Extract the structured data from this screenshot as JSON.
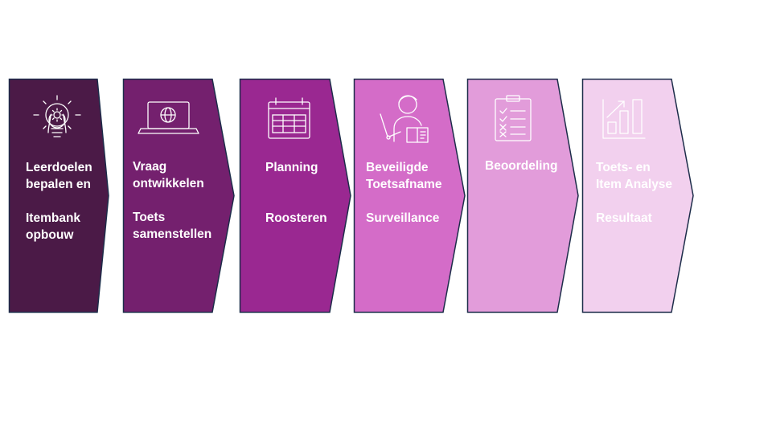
{
  "steps": [
    {
      "id": "leerdoelen",
      "icon": "lightbulb-gear-icon",
      "color": "#4b1a47",
      "lines": [
        "Leerdoelen",
        "bepalen en",
        "",
        "Itembank",
        "opbouw"
      ]
    },
    {
      "id": "vraag",
      "icon": "laptop-globe-icon",
      "color": "#74206e",
      "lines": [
        "Vraag",
        "ontwikkelen",
        "",
        "Toets",
        "samenstellen"
      ]
    },
    {
      "id": "planning",
      "icon": "calendar-icon",
      "color": "#9a2891",
      "lines": [
        "Planning",
        "",
        "",
        "Roosteren"
      ]
    },
    {
      "id": "beveiligde",
      "icon": "teacher-icon",
      "color": "#d46cc8",
      "lines": [
        "Beveiligde",
        "Toetsafname",
        "",
        "Surveillance"
      ]
    },
    {
      "id": "beoordeling",
      "icon": "clipboard-checklist-icon",
      "color": "#e29cda",
      "lines": [
        "Beoordeling"
      ]
    },
    {
      "id": "analyse",
      "icon": "growth-chart-icon",
      "color": "#f2d0ee",
      "lines": [
        "Toets- en",
        "Item Analyse",
        "",
        "Resultaat"
      ]
    }
  ]
}
